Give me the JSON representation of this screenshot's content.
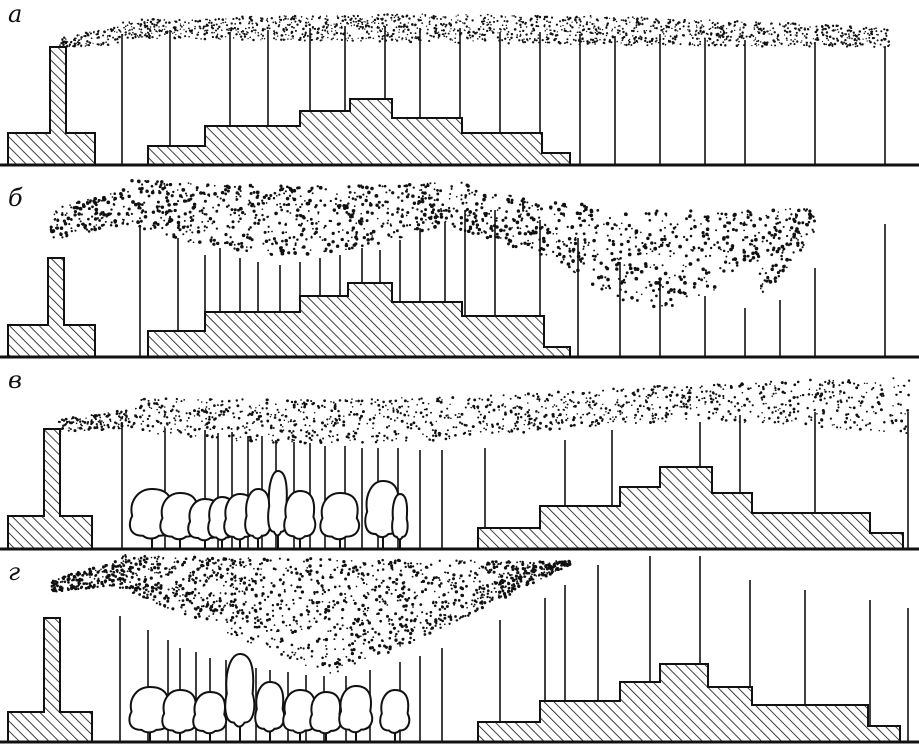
{
  "figure": {
    "panels": [
      {
        "id": "a",
        "label": "а",
        "has_trees": false
      },
      {
        "id": "b",
        "label": "б",
        "has_trees": false
      },
      {
        "id": "v",
        "label": "в",
        "has_trees": true
      },
      {
        "id": "g",
        "label": "г",
        "has_trees": true
      }
    ]
  },
  "colors": {
    "ink": "#111111",
    "background": "#ffffff"
  }
}
